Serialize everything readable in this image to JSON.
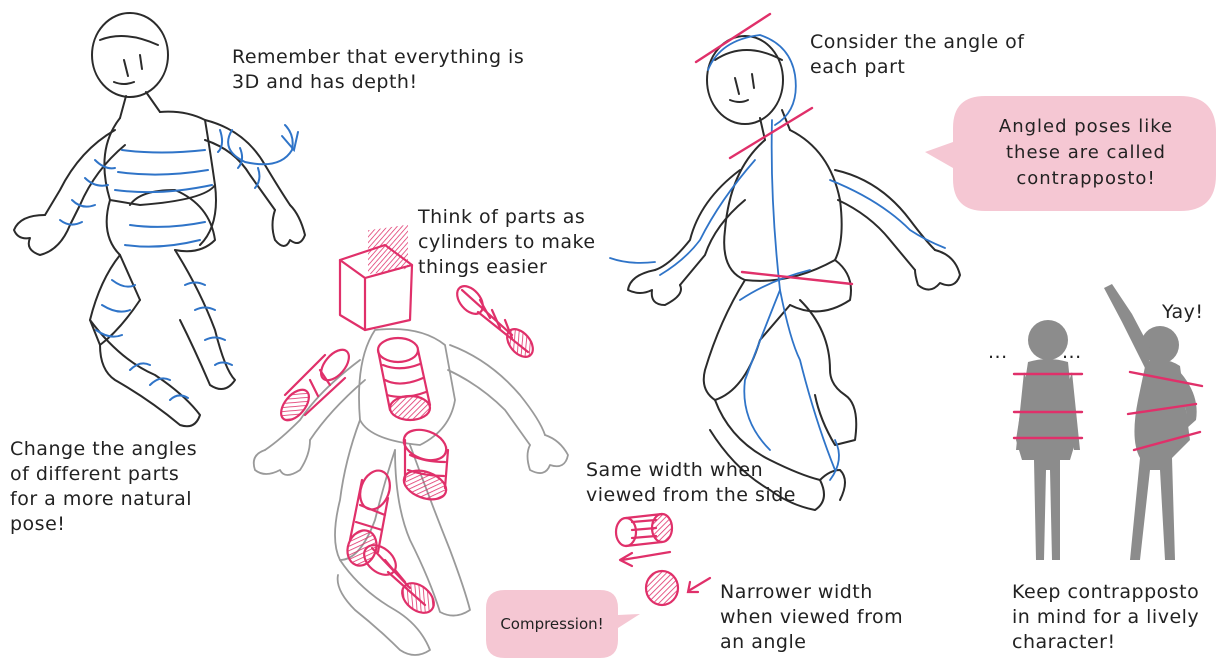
{
  "colors": {
    "line": "#2b2b2b",
    "blue": "#2f74c8",
    "pink": "#e0306a",
    "bubble": "#f5c7d3",
    "silhouette": "#8c8c8c"
  },
  "annotations": {
    "depth_note": "Remember that everything is\n3D and has depth!",
    "angles_note": "Change the angles\nof different parts\nfor a more natural\npose!",
    "cylinders_note": "Think of parts as\ncylinders to make\nthings easier",
    "angle_each_part": "Consider the angle of\neach part",
    "same_width": "Same width when\nviewed from the side",
    "narrower_width": "Narrower width\nwhen viewed from\nan angle",
    "keep_contrapposto": "Keep contrapposto\nin mind for a lively\ncharacter!"
  },
  "bubbles": {
    "contrapposto": "Angled poses like\nthese are called\ncontrapposto!",
    "compression": "Compression!"
  },
  "silhouette_labels": {
    "ellipsis_left": "...",
    "ellipsis_right": "...",
    "yay": "Yay!"
  }
}
